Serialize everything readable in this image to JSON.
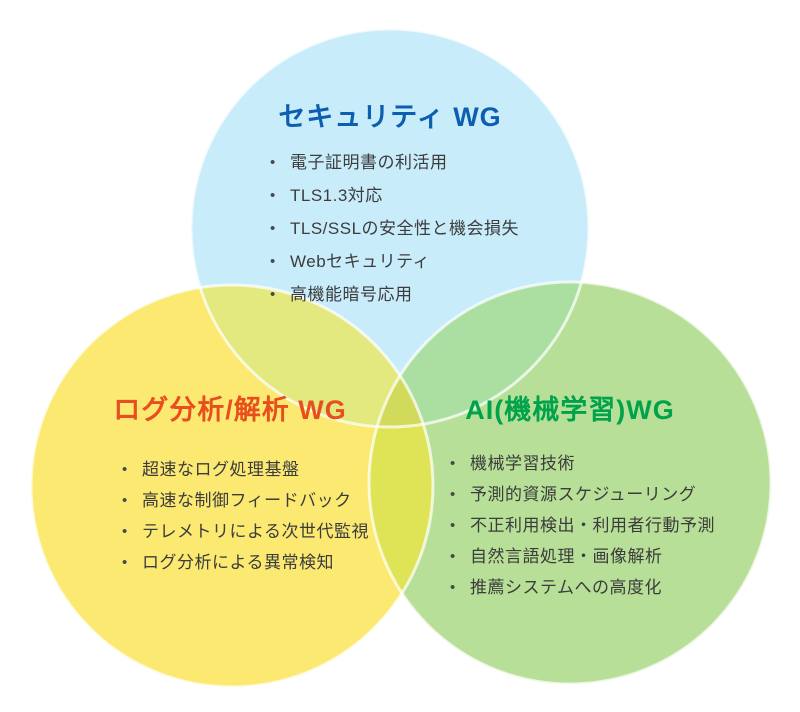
{
  "venn": {
    "groups": [
      {
        "id": "security",
        "title": "セキュリティ WG",
        "title_color": "#0c5fb0",
        "circle_color": "#c9ecfb",
        "items": [
          "電子証明書の利活用",
          "TLS1.3対応",
          "TLS/SSLの安全性と機会損失",
          "Webセキュリティ",
          "高機能暗号応用"
        ]
      },
      {
        "id": "log-analysis",
        "title": "ログ分析/解析 WG",
        "title_color": "#e94e1e",
        "circle_color": "#fbe972",
        "items": [
          "超速なログ処理基盤",
          "高速な制御フィードバック",
          "テレメトリによる次世代監視",
          "ログ分析による異常検知"
        ]
      },
      {
        "id": "ai-machine-learning",
        "title": "AI(機械学習)WG",
        "title_color": "#00a24b",
        "circle_color": "#b7df97",
        "items": [
          "機械学習技術",
          "予測的資源スケジューリング",
          "不正利用検出・利用者行動予測",
          "自然言語処理・画像解析",
          "推薦システムへの高度化"
        ]
      }
    ],
    "overlap_colors": {
      "security_log": "#e3e97f",
      "security_ai": "#abdfa2",
      "log_ai": "#dfe457",
      "all": "#d2da5c"
    },
    "background_color": "#ffffff"
  }
}
